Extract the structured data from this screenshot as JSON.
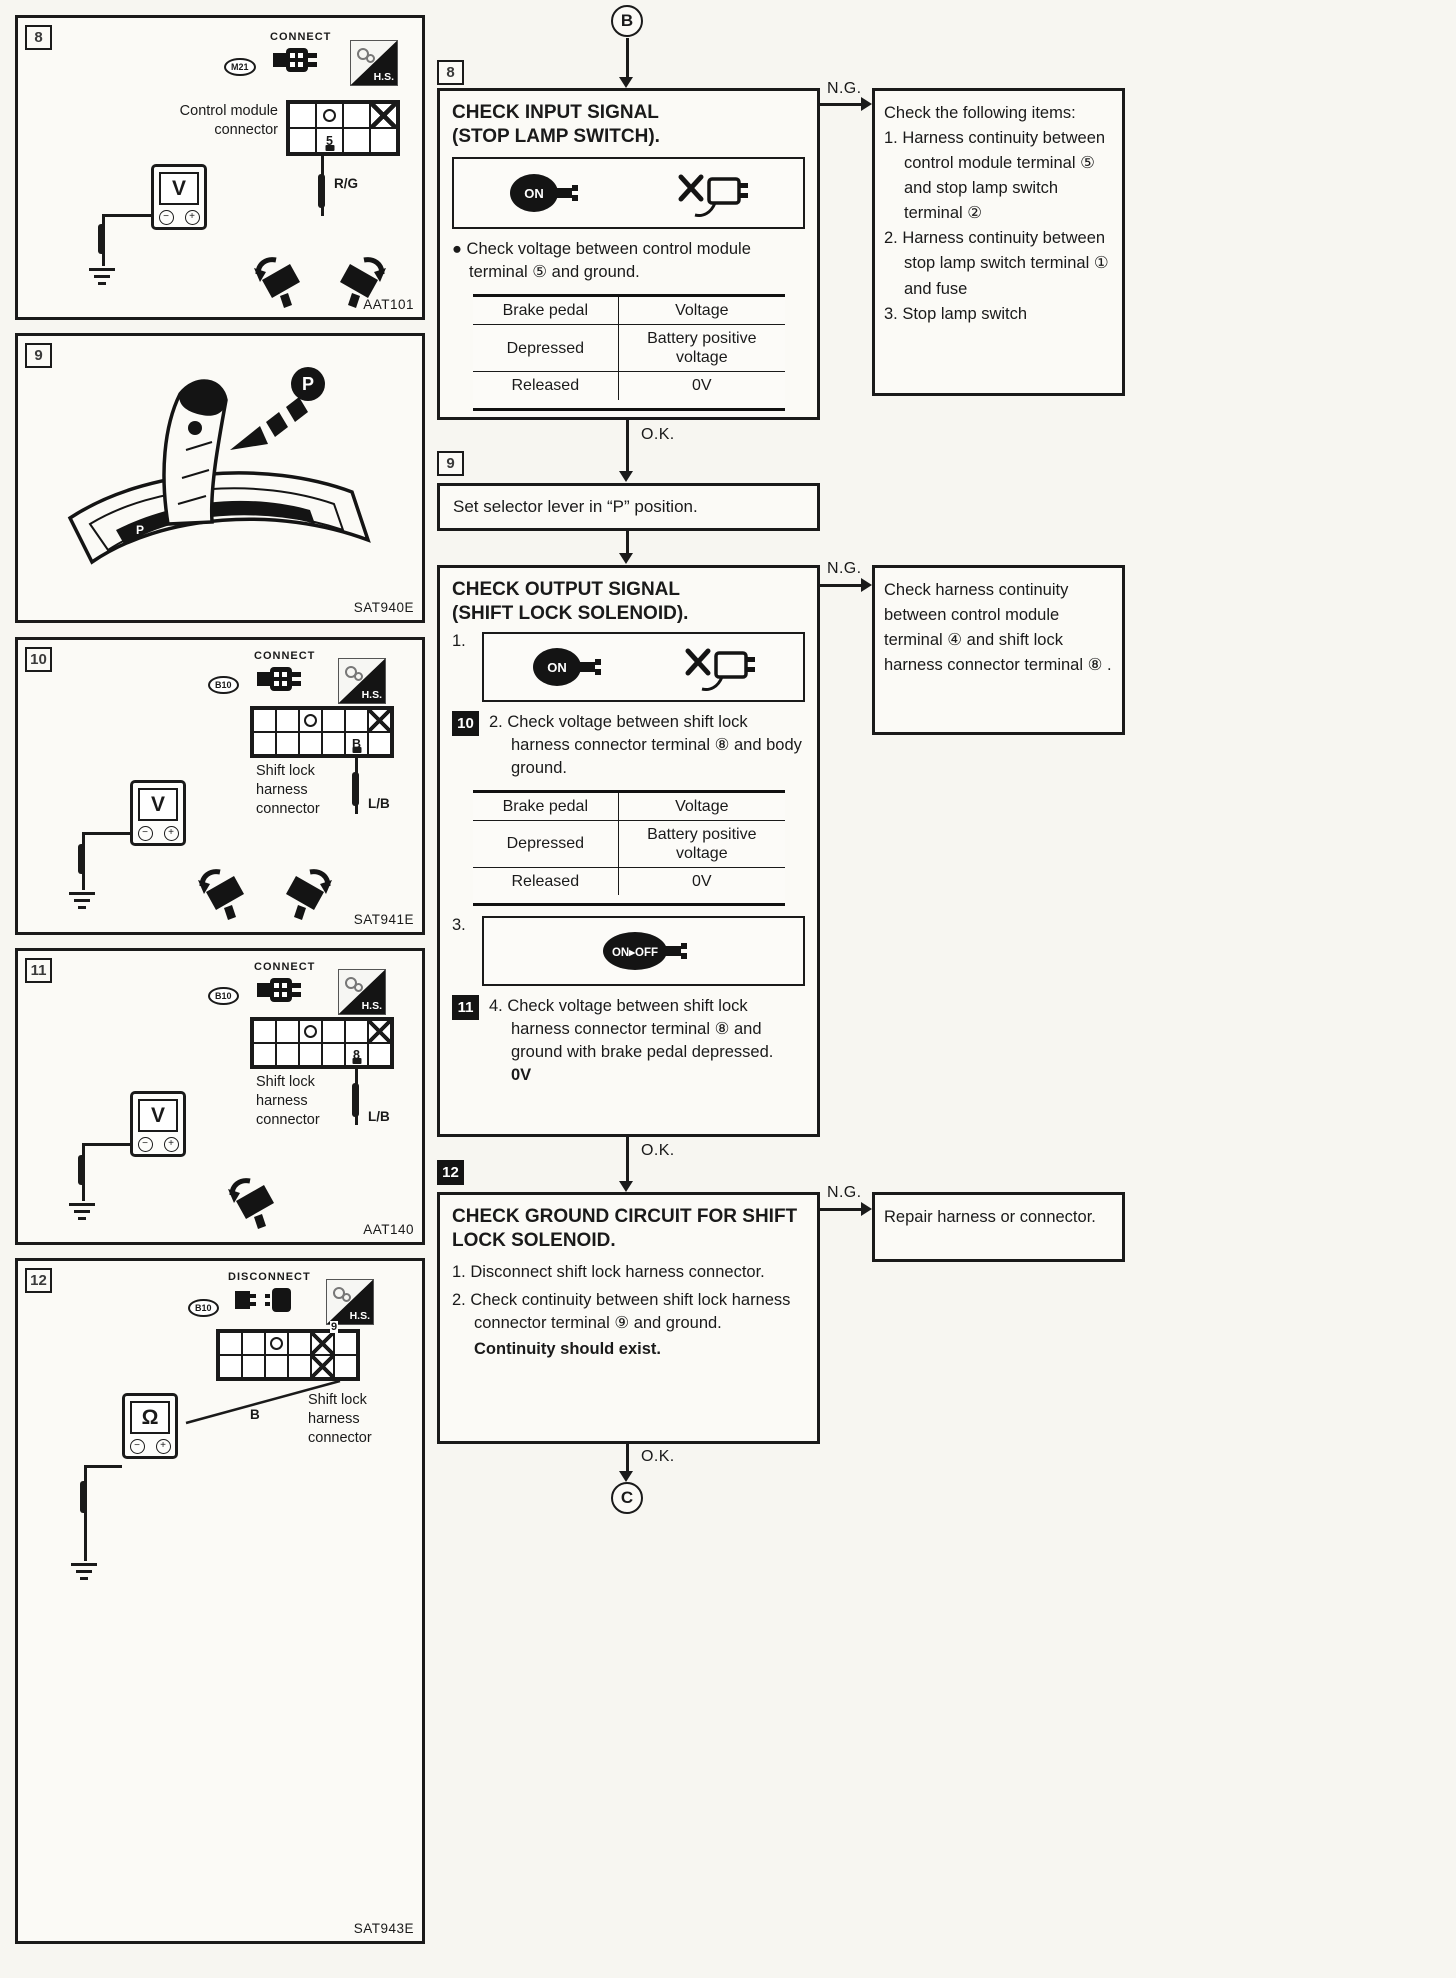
{
  "labels": {
    "hs": "H.S.",
    "connect": "CONNECT",
    "disconnect": "DISCONNECT",
    "ok": "O.K.",
    "ng": "N.G.",
    "minus": "−",
    "plus": "+"
  },
  "icons": {
    "ignition_on": "ON",
    "ignition_on_off": "ON▸OFF"
  },
  "flow": {
    "entry": "B",
    "exit": "C",
    "step8": {
      "badge": "8",
      "title": "CHECK INPUT SIGNAL\n(STOP LAMP SWITCH).",
      "bullet": "● Check voltage between control module terminal ⑤ and ground."
    },
    "vtable": {
      "col1": "Brake pedal",
      "col2": "Voltage",
      "r1c1": "Depressed",
      "r1c2": "Battery positive voltage",
      "r2c1": "Released",
      "r2c2": "0V"
    },
    "step9": {
      "badge": "9",
      "text": "Set selector lever in “P” position."
    },
    "s1011": {
      "title": "CHECK OUTPUT SIGNAL\n(SHIFT LOCK SOLENOID).",
      "n1": "1.",
      "badge10": "10",
      "item2": "2. Check voltage between shift lock harness connector terminal ⑧ and body ground.",
      "n3": "3.",
      "badge11": "11",
      "item4": "4. Check voltage between shift lock harness connector terminal ⑧ and ground with brake pedal depressed.",
      "result0v": "0V"
    },
    "step12": {
      "badge": "12",
      "title": "CHECK GROUND CIRCUIT FOR SHIFT\nLOCK SOLENOID.",
      "item1": "1. Disconnect shift lock harness connector.",
      "item2": "2. Check continuity between shift lock harness connector terminal ⑨ and ground.",
      "result": "Continuity should exist."
    },
    "ng1": {
      "intro": "Check the following items:",
      "items": [
        "1. Harness continuity between control module terminal ⑤ and stop lamp switch terminal ②",
        "2. Harness continuity between stop lamp switch terminal ① and fuse",
        "3. Stop lamp switch"
      ]
    },
    "ng2": {
      "text": "Check harness continuity between control module terminal ④ and shift lock harness connector terminal ⑧ ."
    },
    "ng3": {
      "text": "Repair harness or connector."
    }
  },
  "figures": {
    "fig8": {
      "badge": "8",
      "id": "M21",
      "label": "Control module\nconnector",
      "terminal": "5",
      "wire": "R/G",
      "meter": "V",
      "code": "AAT101"
    },
    "fig9": {
      "badge": "9",
      "p": "P",
      "code": "SAT940E"
    },
    "fig10": {
      "badge": "10",
      "id": "B10",
      "label": "Shift lock\nharness\nconnector",
      "terminal": "B",
      "wire": "L/B",
      "meter": "V",
      "code": "SAT941E"
    },
    "fig11": {
      "badge": "11",
      "id": "B10",
      "label": "Shift lock\nharness\nconnector",
      "terminal": "8",
      "wire": "L/B",
      "meter": "V",
      "code": "AAT140"
    },
    "fig12": {
      "badge": "12",
      "id": "B10",
      "label": "Shift lock\nharness\nconnector",
      "terminal": "9",
      "wire": "B",
      "meter": "Ω",
      "code": "SAT943E"
    }
  }
}
